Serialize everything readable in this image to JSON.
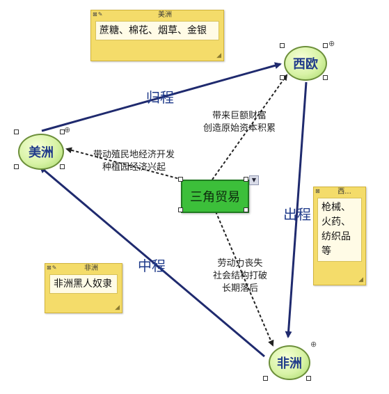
{
  "notes": {
    "america": {
      "title": "美洲",
      "body": "蔗糖、棉花、烟草、金银"
    },
    "europe": {
      "title": "西...",
      "body": [
        "枪械、",
        "火药、",
        "纺织品",
        "等"
      ]
    },
    "africa": {
      "title": "非洲",
      "body": "非洲黑人奴隶"
    }
  },
  "nodes": {
    "europe": "西欧",
    "america": "美洲",
    "africa": "非洲",
    "center": "三角贸易"
  },
  "edges": {
    "return_leg": "归程",
    "outbound_leg": "出程",
    "middle_leg": "中程"
  },
  "annotations": {
    "to_europe": [
      "带来巨额财富",
      "创造原始资本积累"
    ],
    "to_america": [
      "带动殖民地经济开发",
      "种植园经济兴起"
    ],
    "to_africa": [
      "劳动力丧失",
      "社会结构打破",
      "长期落后"
    ]
  },
  "colors": {
    "arrow": "#1f2a6e",
    "note_bg": "#f4dc6a",
    "center_fill": "#3cbf3a",
    "node_fill": "#d8f3a6"
  }
}
